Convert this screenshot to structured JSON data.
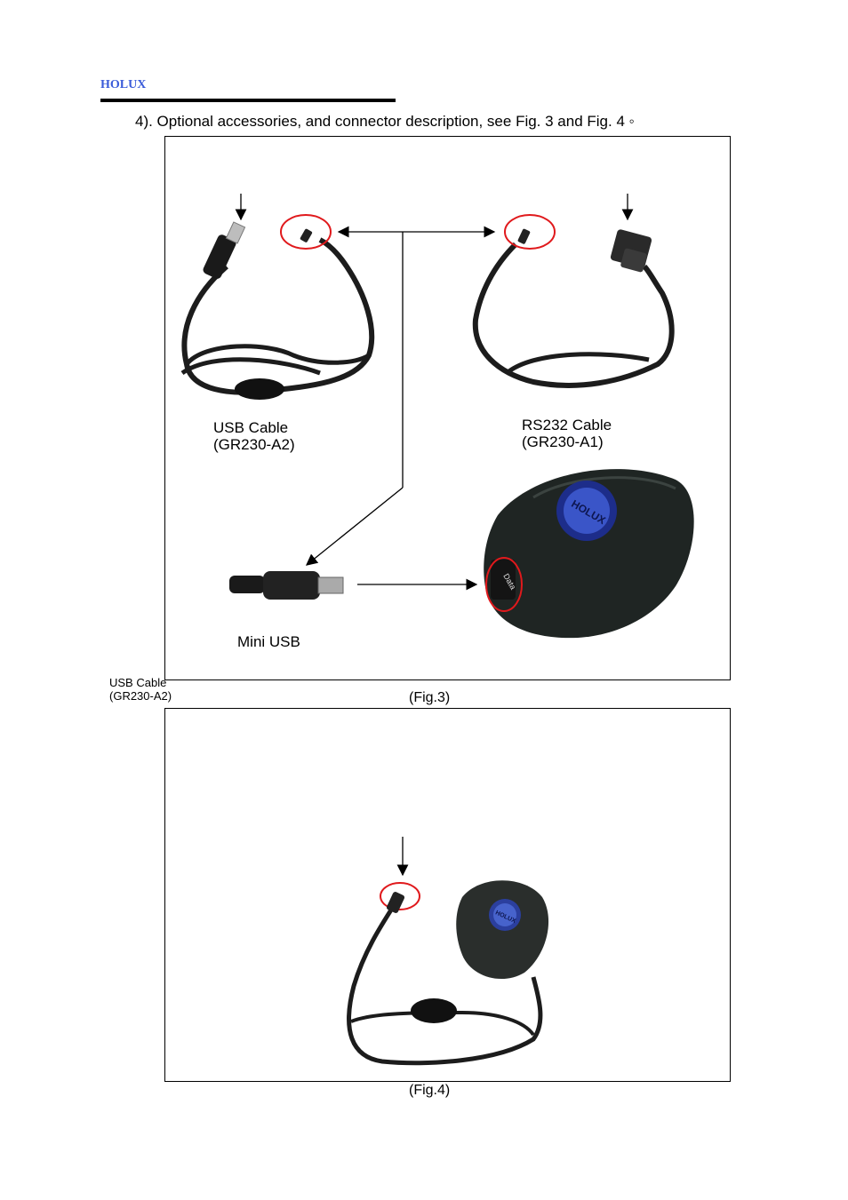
{
  "header": {
    "brand": "HOLUX"
  },
  "section": {
    "heading": "4).   Optional accessories, and connector description, see Fig. 3 and Fig. 4 ◦"
  },
  "fig3": {
    "usb_cable_label": "USB Cable",
    "usb_cable_model": "(GR230-A2)",
    "rs232_cable_label": "RS232 Cable",
    "rs232_cable_model": "(GR230-A1)",
    "mini_usb_label": "Mini USB",
    "device_port_label": "Data",
    "device_logo": "HOLUX",
    "caption": "(Fig.3)"
  },
  "side_note": {
    "line1": "USB Cable",
    "line2": "(GR230-A2)"
  },
  "fig4": {
    "device_logo": "HOLUX",
    "caption": "(Fig.4)"
  },
  "colors": {
    "brand": "#3a5bd9",
    "highlight": "#e0191c"
  }
}
